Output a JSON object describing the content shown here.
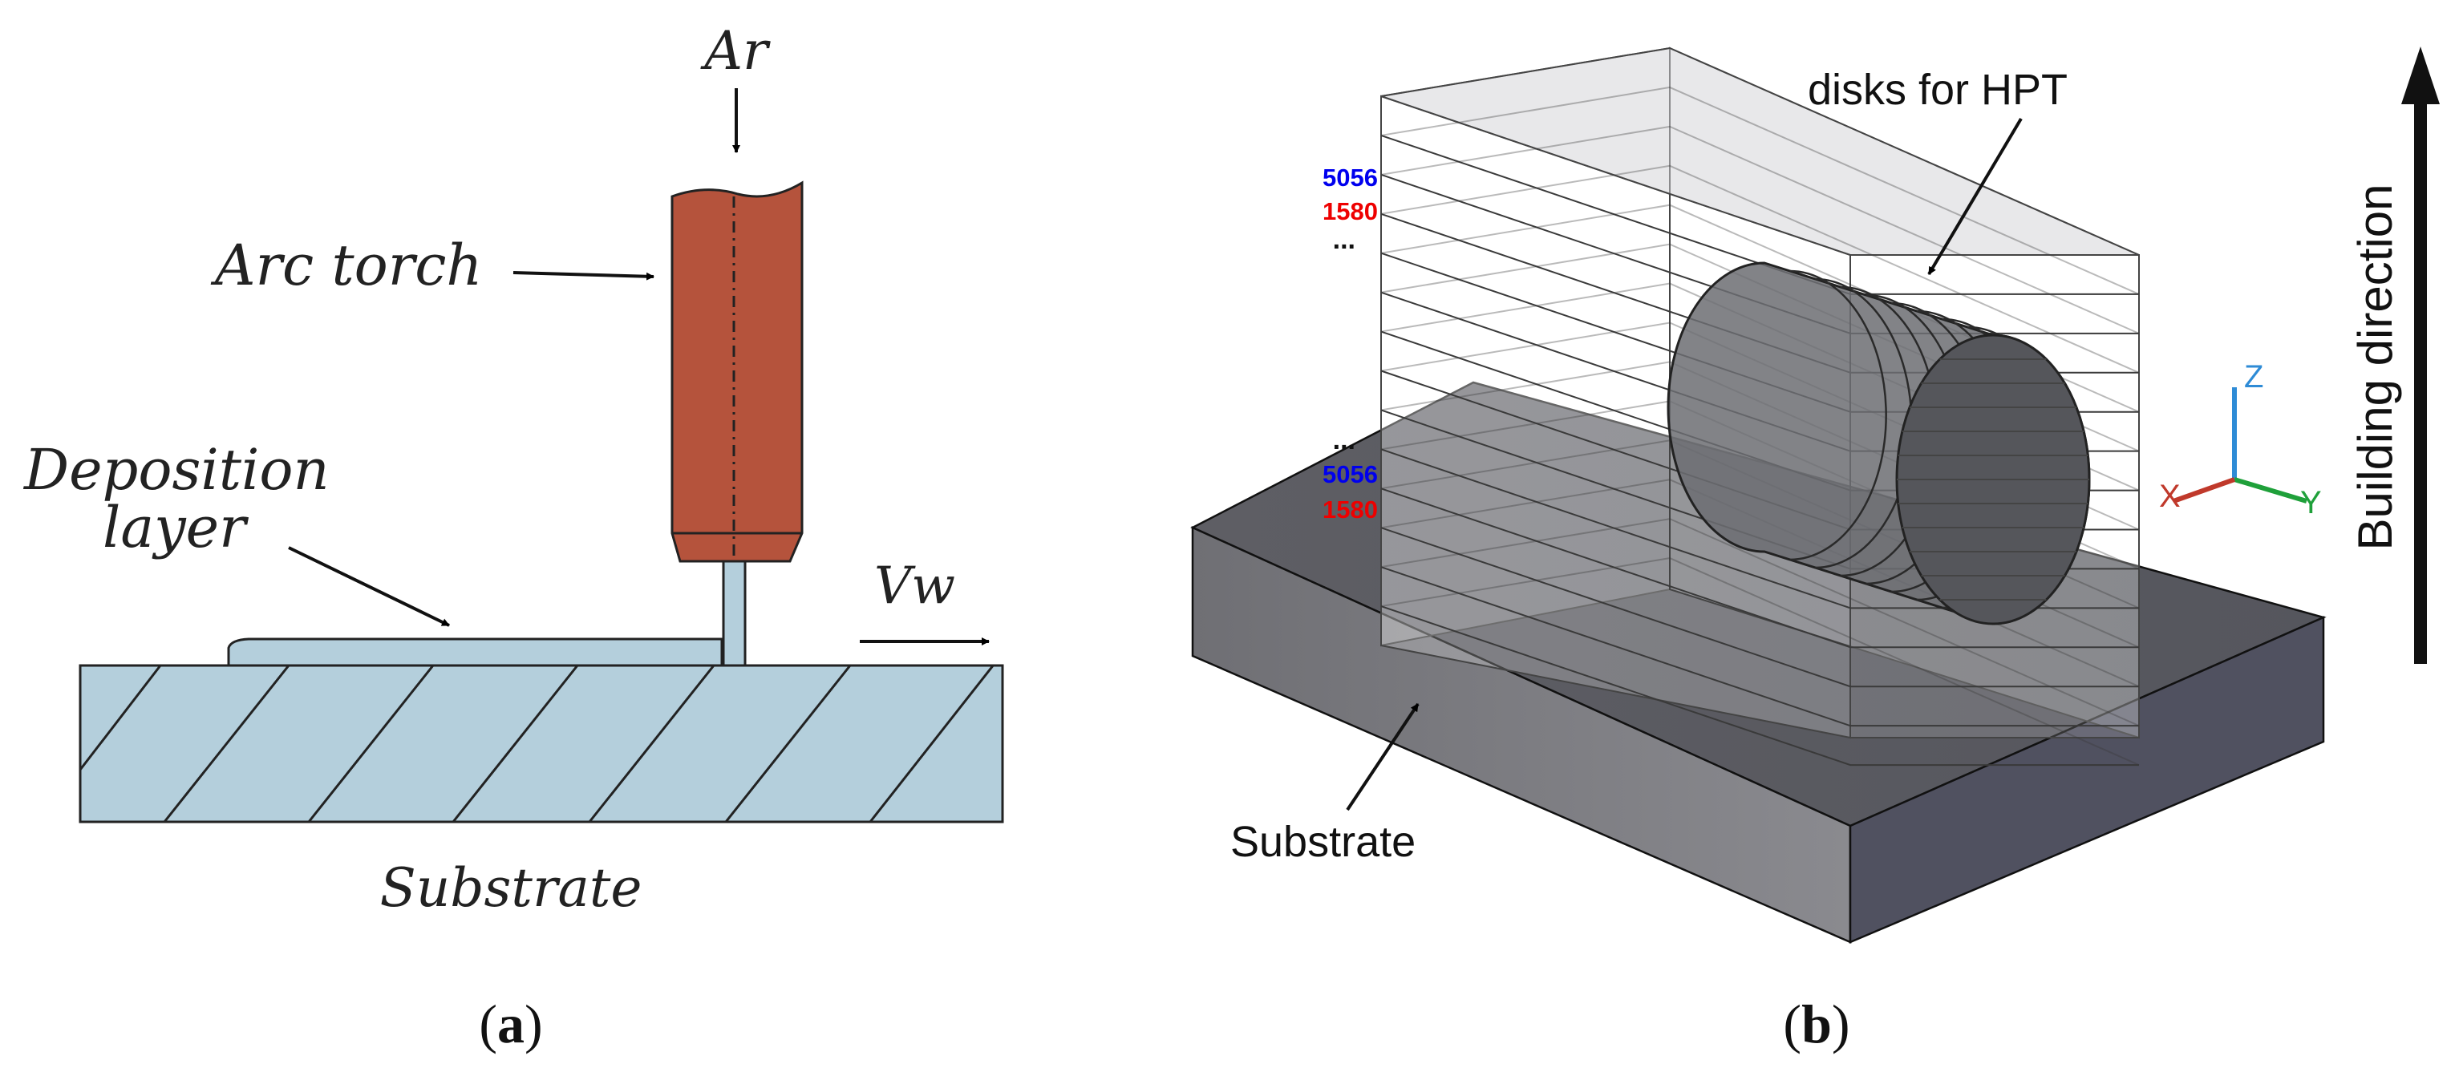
{
  "panel_a": {
    "gas_label": "Ar",
    "torch_label": "Arc torch",
    "layer_label_line1": "Deposition",
    "layer_label_line2": "layer",
    "speed_label": "Vw",
    "substrate_label": "Substrate",
    "caption_letter": "a",
    "caption_open": "(",
    "caption_close": ")"
  },
  "panel_b": {
    "disks_label": "disks for HPT",
    "substrate_label": "Substrate",
    "building_label": "Building direction",
    "layer_labels_top": [
      "5056",
      "1580"
    ],
    "layer_labels_bottom": [
      "5056",
      "1580"
    ],
    "ellipsis": "...",
    "axis_z": "Z",
    "axis_x": "X",
    "axis_y": "Y",
    "caption_letter": "b",
    "caption_open": "(",
    "caption_close": ")"
  },
  "colors": {
    "torch": "#b5533c",
    "substrate_a": "#b4cfdc",
    "alloy_5056": "#0000ee",
    "alloy_1580": "#ee0000",
    "axis_z": "#2e8bd6",
    "axis_x": "#c0392b",
    "axis_y": "#1fa03a"
  }
}
